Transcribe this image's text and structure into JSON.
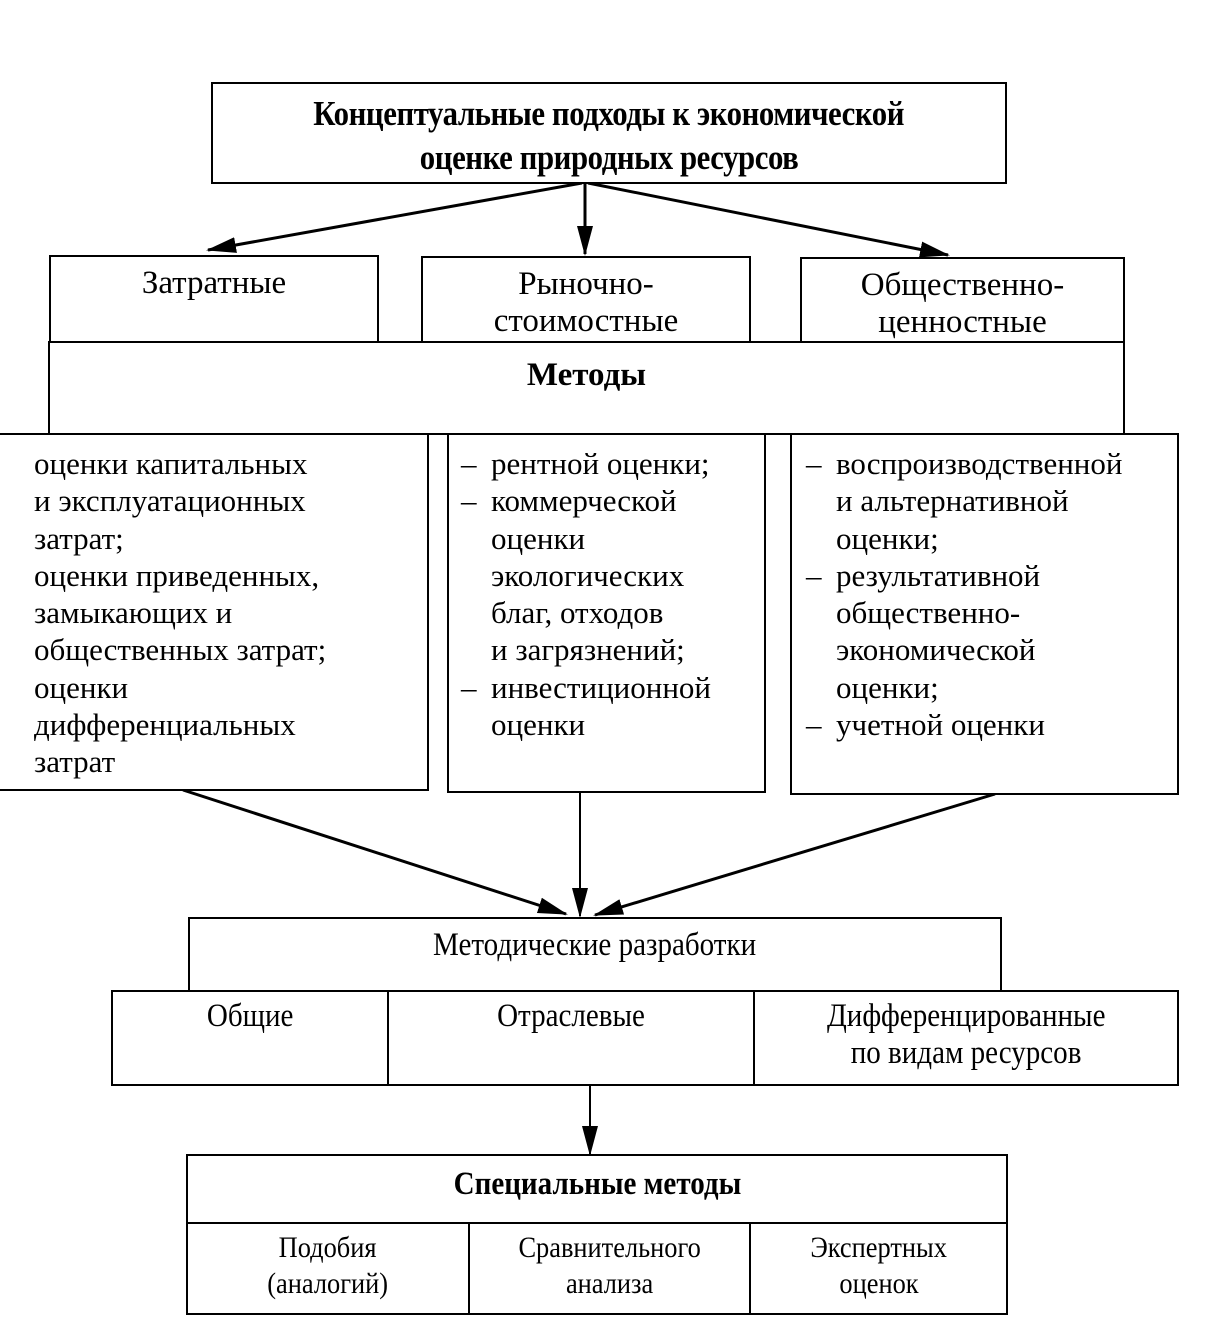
{
  "root": {
    "title_line1": "Концептуальные подходы к экономической",
    "title_line2": "оценке природных ресурсов"
  },
  "approaches": [
    {
      "line1": "Затратные",
      "line2": ""
    },
    {
      "line1": "Рыночно-",
      "line2": "стоимостные"
    },
    {
      "line1": "Общественно-",
      "line2": "ценностные"
    }
  ],
  "methods_header": "Методы",
  "methods": {
    "cost": [
      "оценки капитальных",
      "и эксплуатационных",
      "затрат;",
      "оценки приведенных,",
      "замыкающих и",
      "общественных затрат;",
      "оценки",
      "дифференциальных",
      "затрат"
    ],
    "market": [
      {
        "dash": true,
        "text": "рентной оценки;"
      },
      {
        "dash": true,
        "text": "коммерческой"
      },
      {
        "dash": false,
        "text": "оценки"
      },
      {
        "dash": false,
        "text": "экологических"
      },
      {
        "dash": false,
        "text": "благ, отходов"
      },
      {
        "dash": false,
        "text": "и загрязнений;"
      },
      {
        "dash": true,
        "text": "инвестиционной"
      },
      {
        "dash": false,
        "text": "оценки"
      }
    ],
    "social": [
      {
        "dash": true,
        "text": "воспроизводственной"
      },
      {
        "dash": false,
        "text": "и альтернативной"
      },
      {
        "dash": false,
        "text": "оценки;"
      },
      {
        "dash": true,
        "text": "результативной"
      },
      {
        "dash": false,
        "text": "общественно-"
      },
      {
        "dash": false,
        "text": "экономической"
      },
      {
        "dash": false,
        "text": "оценки;"
      },
      {
        "dash": true,
        "text": "учетной оценки"
      }
    ]
  },
  "developments": {
    "header": "Методические разработки",
    "items": [
      {
        "line1": "Общие",
        "line2": ""
      },
      {
        "line1": "Отраслевые",
        "line2": ""
      },
      {
        "line1": "Дифференцированные",
        "line2": "по видам ресурсов"
      }
    ]
  },
  "special": {
    "header": "Специальные методы",
    "items": [
      {
        "line1": "Подобия",
        "line2": "(аналогий)"
      },
      {
        "line1": "Сравнительного",
        "line2": "анализа"
      },
      {
        "line1": "Экспертных",
        "line2": "оценок"
      }
    ]
  },
  "dash_symbol": "–"
}
